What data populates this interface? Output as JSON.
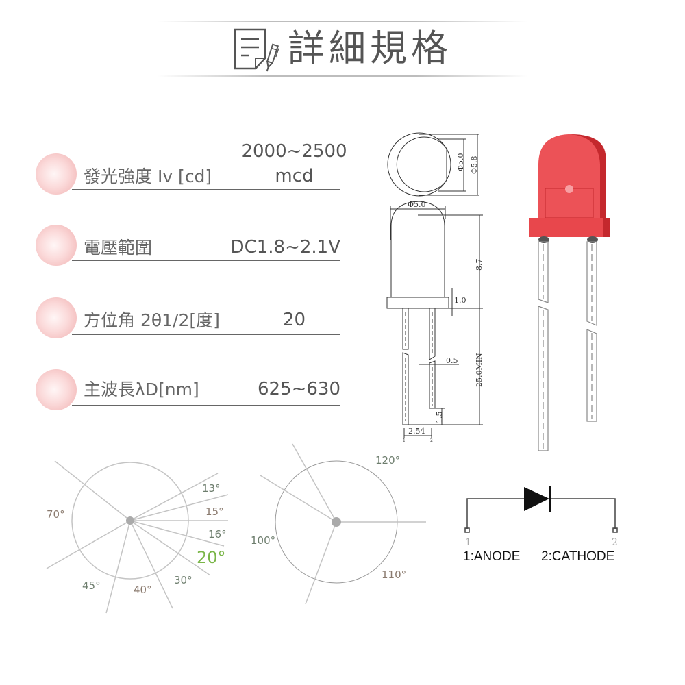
{
  "header": {
    "title": "詳細規格",
    "icon": "document-pen-icon"
  },
  "specs": [
    {
      "label": "發光強度 Iv [cd]",
      "value_line1": "2000~2500",
      "value_line2": "mcd"
    },
    {
      "label": "電壓範圍",
      "value_line1": "DC1.8~2.1V"
    },
    {
      "label": "方位角 2θ1/2[度]",
      "value_line1": "20"
    },
    {
      "label": "主波長λD[nm]",
      "value_line1": "625~630"
    }
  ],
  "dimension_drawing": {
    "top_view": {
      "inner_diameter": "Φ5.0",
      "outer_diameter": "Φ5.8"
    },
    "side_view": {
      "body_diameter": "Φ5.0",
      "body_height": "8.7",
      "flange_height": "1.0",
      "lead_width": "0.5",
      "lead_length": "25.0MIN",
      "lead_offset": "1.5",
      "pin_pitch": "2.54",
      "pin_1": "1",
      "pin_2": "2"
    }
  },
  "led_illustration": {
    "body_color": "#e8474c",
    "shade_color": "#c4282d"
  },
  "viewing_angle_chart_1": {
    "labels": [
      "13°",
      "15°",
      "16°",
      "20°",
      "30°",
      "40°",
      "45°",
      "70°"
    ],
    "highlight": "20°",
    "highlight_color": "#7ab648"
  },
  "viewing_angle_chart_2": {
    "labels": [
      "120°",
      "100°",
      "110°"
    ]
  },
  "schematic": {
    "pin1_number": "1",
    "pin2_number": "2",
    "pin1_label": "1:ANODE",
    "pin2_label": "2:CATHODE"
  }
}
